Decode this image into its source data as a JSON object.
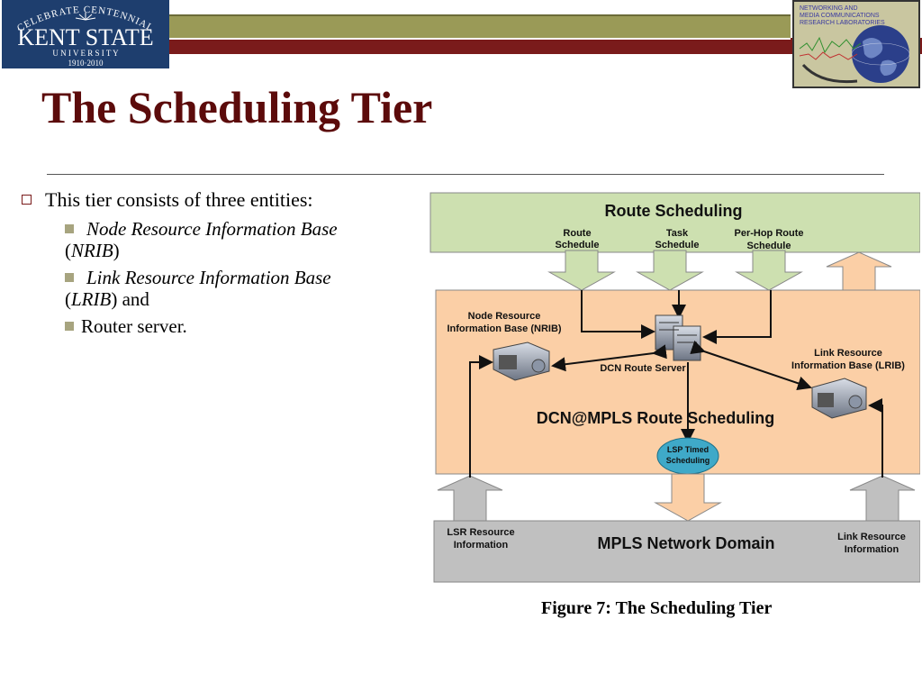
{
  "header": {
    "logo_lines": [
      "CELEBRATE CENTENNIAL",
      "KENT STATE",
      "U N I V E R S I T Y",
      "1910·2010"
    ],
    "lab_logo_lines": [
      "NETWORKING AND",
      "MEDIA COMMUNICATIONS",
      "RESEARCH LABORATORIES"
    ]
  },
  "slide": {
    "title": "The Scheduling Tier",
    "bullet_main": "This tier consists of three entities:",
    "sub1_name": "Node Resource Information Base",
    "sub1_abbr": "NRIB",
    "sub2_name": "Link Resource Information Base",
    "sub2_abbr": "LRIB",
    "sub2_suffix": " and",
    "sub3": "Router server.",
    "caption": "Figure 7: The Scheduling Tier"
  },
  "diagram": {
    "route_scheduling": "Route Scheduling",
    "route_schedule": [
      "Route",
      "Schedule"
    ],
    "task_schedule": [
      "Task",
      "Schedule"
    ],
    "per_hop": [
      "Per-Hop Route",
      "Schedule"
    ],
    "nrib_label": [
      "Node Resource",
      "Information Base (NRIB)"
    ],
    "lrib_label": [
      "Link Resource",
      "Information Base (LRIB)"
    ],
    "dcn_server": "DCN Route Server",
    "dcn_mpls": "DCN@MPLS Route Scheduling",
    "lsp": [
      "LSP Timed",
      "Scheduling"
    ],
    "lsr_info": [
      "LSR Resource",
      "Information"
    ],
    "mpls_domain": "MPLS Network Domain",
    "link_info": [
      "Link Resource",
      "Information"
    ]
  },
  "colors": {
    "title": "#5c0b0b",
    "olive_stripe": "#9a9a57",
    "maroon_stripe": "#7a1b1b",
    "route_box": "#cde0b0",
    "dcn_box": "#fbcfa6",
    "mpls_box": "#c0c0c0",
    "lsp_ellipse": "#3fa9c8"
  }
}
